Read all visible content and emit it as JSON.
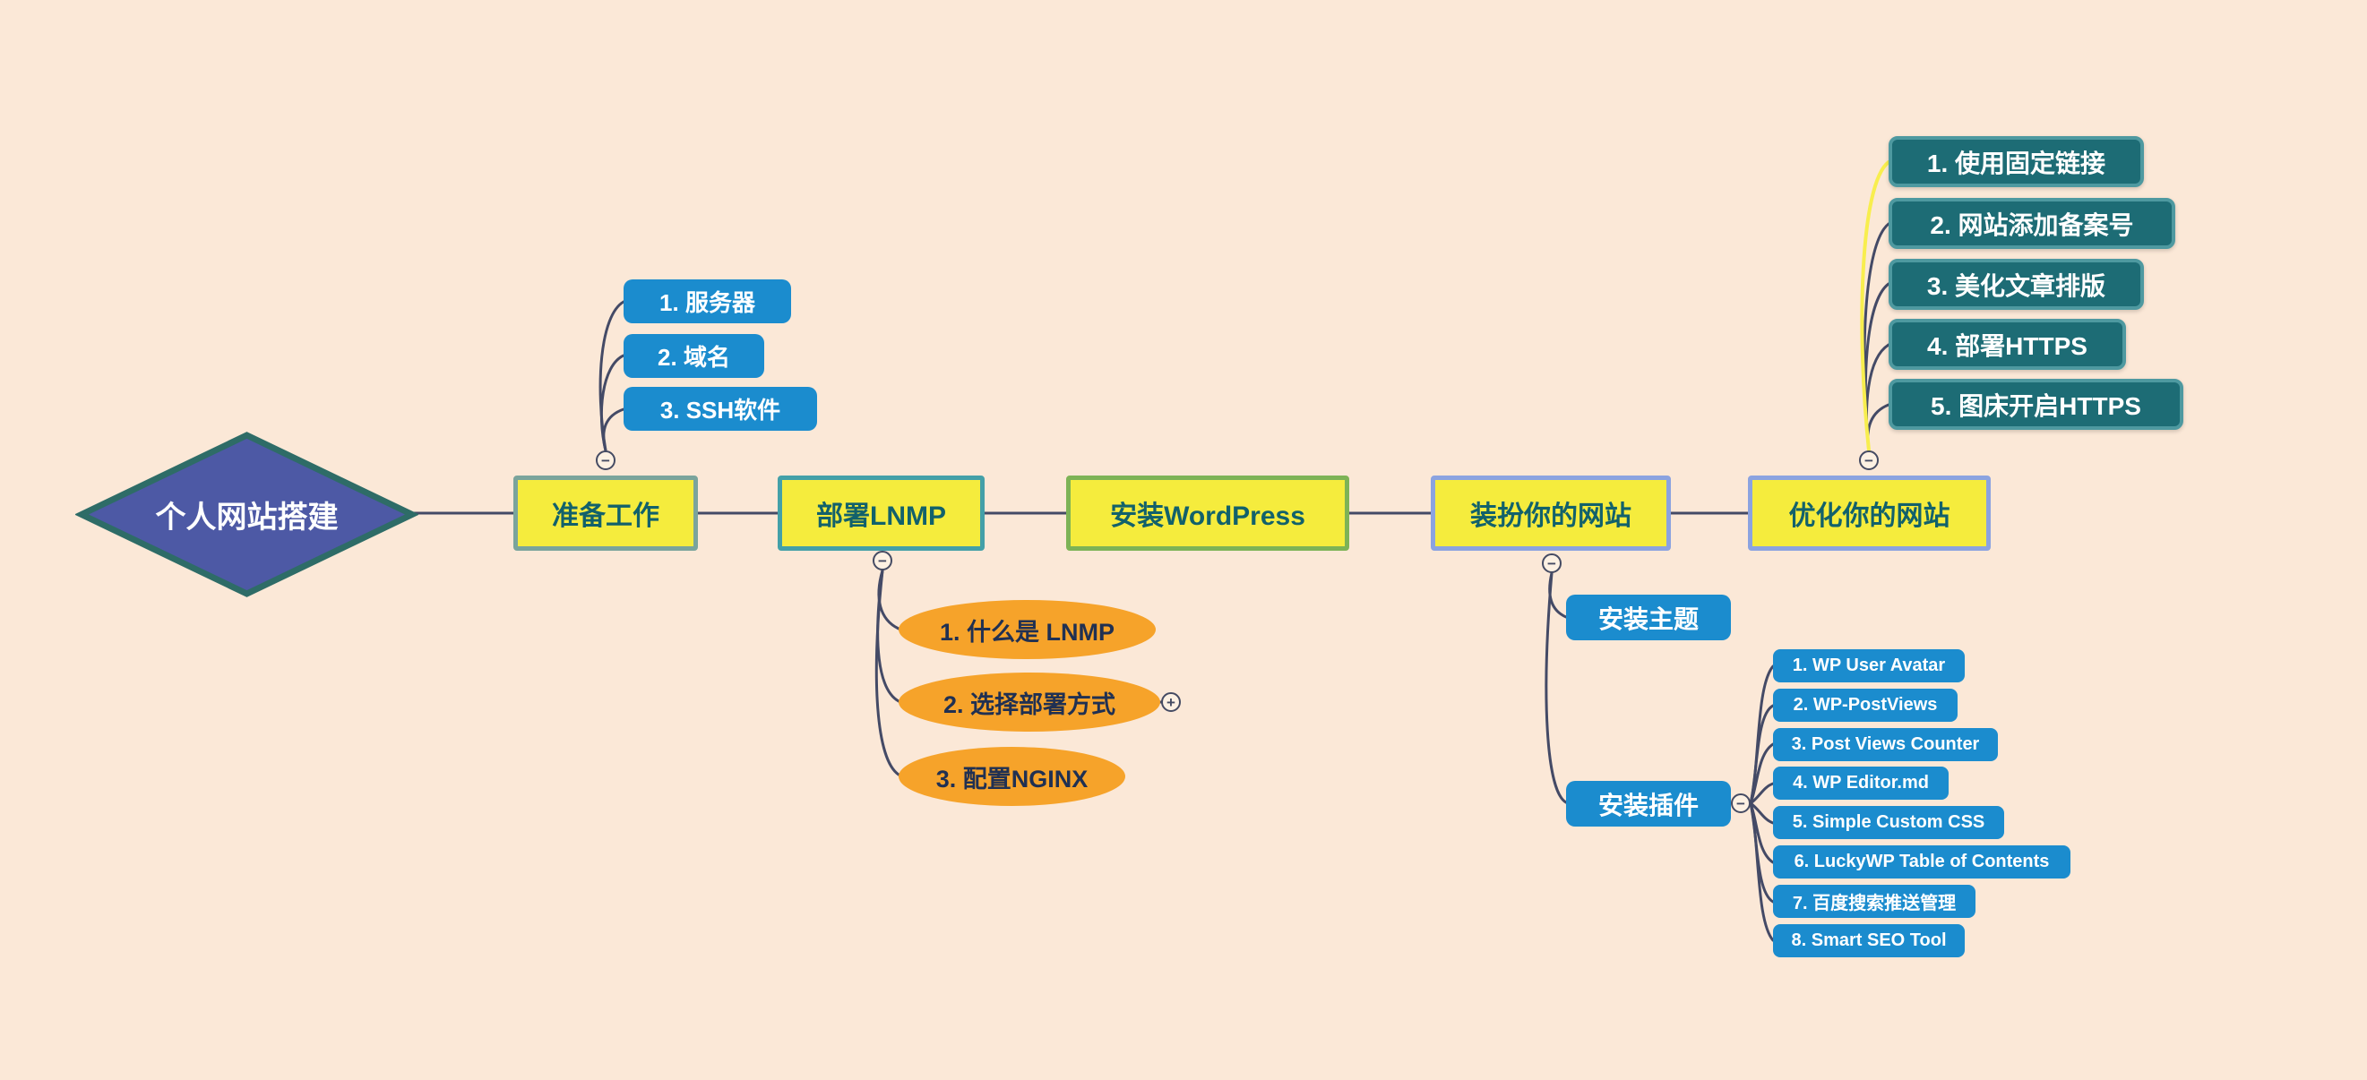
{
  "app": {
    "type": "mind-map"
  },
  "colors": {
    "background": "#fbe8d7",
    "root_fill": "#4d59a5",
    "root_border": "#2e6c67",
    "topic_fill": "#f5ec3d",
    "topic_text": "#12616b",
    "topic_borders": [
      "#7aa49c",
      "#43a0a8",
      "#7db356",
      "#8ba3e0",
      "#8ba3e0"
    ],
    "blue_node": "#1b8cce",
    "orange_node": "#f6a32a",
    "orange_text": "#203052",
    "teal_node_fill": "#1d6c75",
    "teal_node_border": "#4e99a0",
    "edge": "#444a66",
    "edge_highlight": "#f8ee4e"
  },
  "ui": {
    "collapse_glyph": "−",
    "expand_glyph": "+"
  },
  "root": {
    "label": "个人网站搭建"
  },
  "topics": [
    {
      "label": "准备工作",
      "children": [
        "1. 服务器",
        "2. 域名",
        "3. SSH软件"
      ]
    },
    {
      "label": "部署LNMP",
      "children": [
        "1. 什么是 LNMP",
        "2. 选择部署方式",
        "3. 配置NGINX"
      ]
    },
    {
      "label": "安装WordPress",
      "children": []
    },
    {
      "label": "装扮你的网站",
      "children": [
        {
          "label": "安装主题",
          "children": []
        },
        {
          "label": "安装插件",
          "children": [
            "1. WP User Avatar",
            "2. WP-PostViews",
            "3. Post Views Counter",
            "4. WP Editor.md",
            "5. Simple Custom CSS",
            "6. LuckyWP Table of Contents",
            "7. 百度搜索推送管理",
            "8. Smart SEO Tool"
          ]
        }
      ]
    },
    {
      "label": "优化你的网站",
      "children": [
        "1. 使用固定链接",
        "2. 网站添加备案号",
        "3. 美化文章排版",
        "4. 部署HTTPS",
        "5. 图床开启HTTPS"
      ]
    }
  ]
}
